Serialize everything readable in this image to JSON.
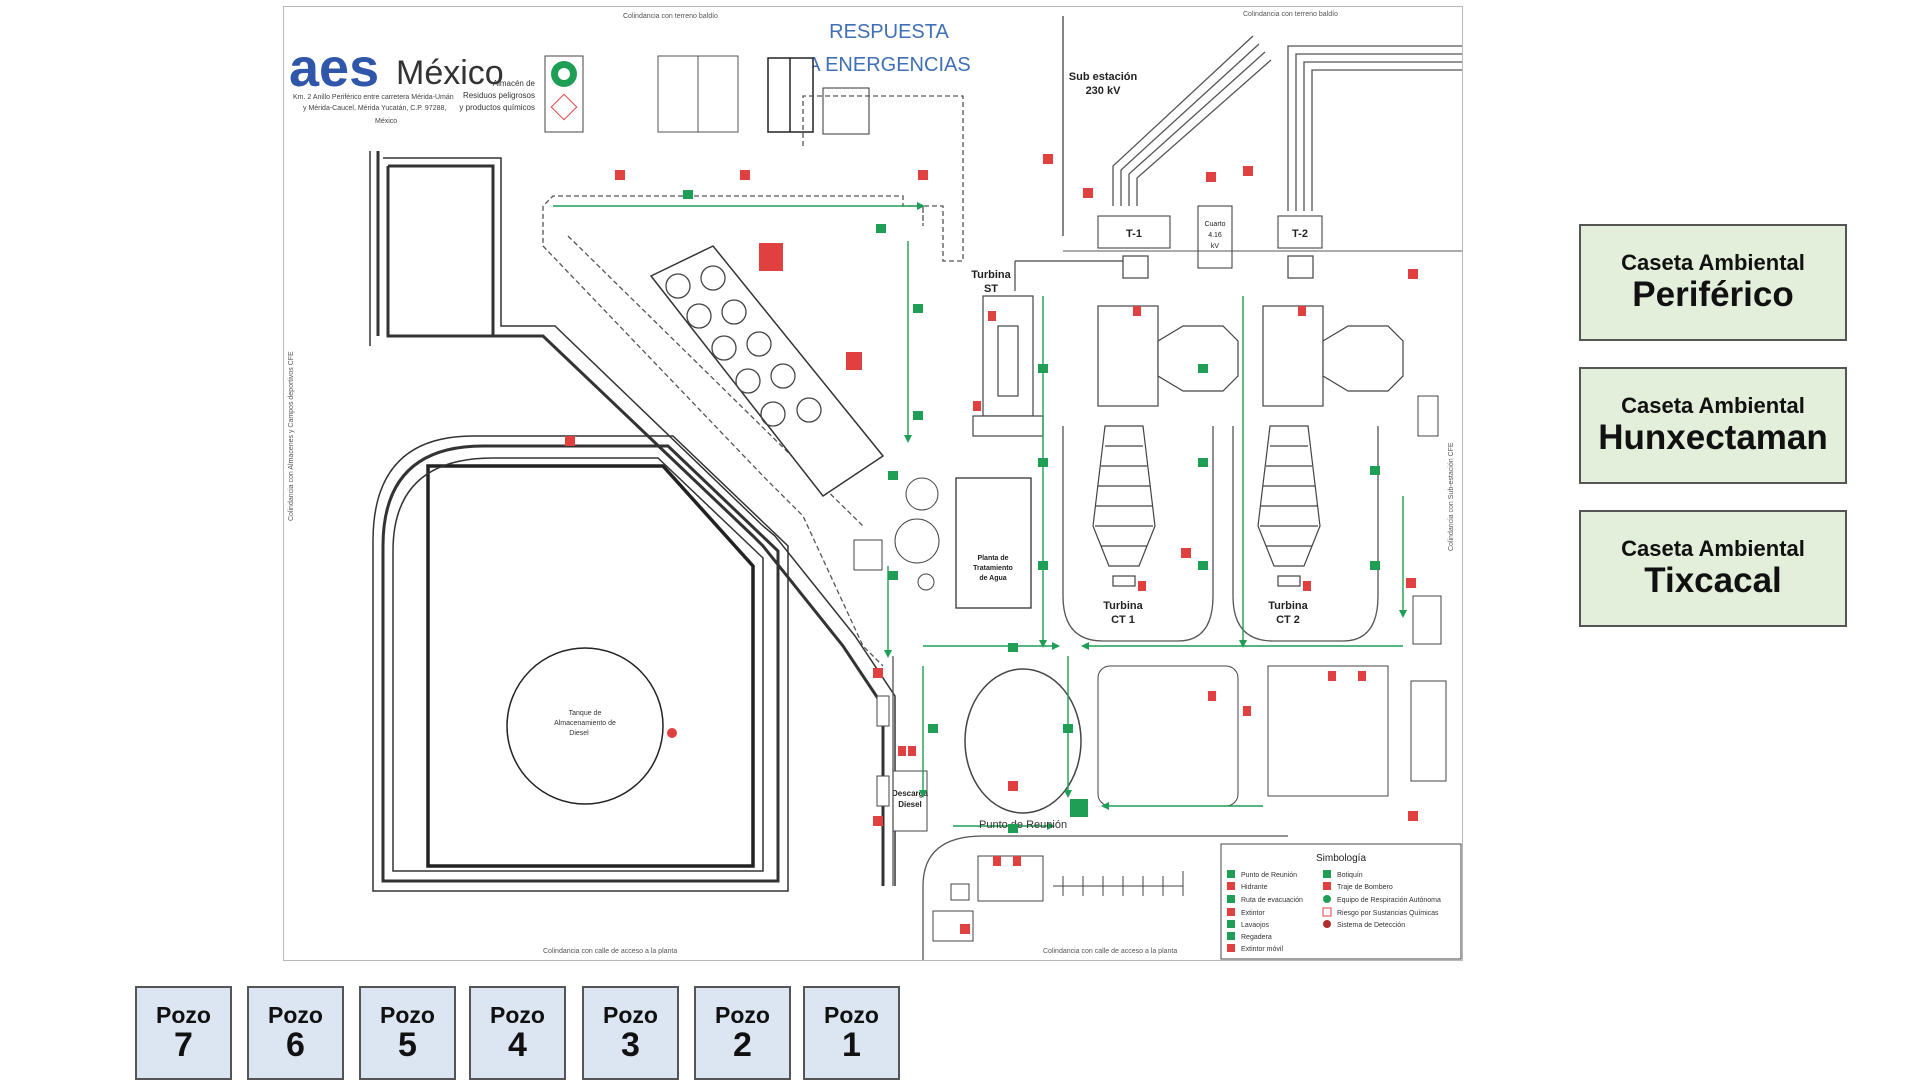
{
  "plan": {
    "title_line1": "RESPUESTA",
    "title_line2": "A ENERGENCIAS",
    "logo_brand": "aes",
    "logo_country": "México",
    "address_line1": "Km. 2 Anillo Periférico entre carretera Mérida-Umán",
    "address_line2": "y Mérida-Caucel, Mérida Yucatán, C.P. 97288,",
    "address_line3": "México",
    "border_top_left": "Colindancia con terreno baldío",
    "border_top_right": "Colindancia con terreno baldío",
    "border_bottom_left": "Colindancia con calle de acceso a la planta",
    "border_bottom_right": "Colindancia con calle de acceso a la planta",
    "border_left": "Colindancia con Almacenes y Campos deportivos CFE",
    "border_right": "Colindancia con Sub-estación CFE",
    "almacen": [
      "Almacén de",
      "Residuos peligrosos",
      "y productos químicos"
    ],
    "substation": [
      "Sub estación",
      "230 kV"
    ],
    "t1": "T-1",
    "t2": "T-2",
    "cuarto": [
      "Cuarto",
      "4.16",
      "kV"
    ],
    "turbina_st": [
      "Turbina",
      "ST"
    ],
    "turbina_ct1": [
      "Turbina",
      "CT 1"
    ],
    "turbina_ct2": [
      "Turbina",
      "CT 2"
    ],
    "planta_agua": [
      "Planta de",
      "Tratamiento",
      "de Agua"
    ],
    "tanque": [
      "Tanque de",
      "Almacenamiento de",
      "Diesel"
    ],
    "descarga": [
      "Descarga",
      "Diesel"
    ],
    "punto_reunion": "Punto de Reunión",
    "simbologia": {
      "title": "Simbología",
      "left": [
        "Punto de Reunión",
        "Hidrante",
        "Ruta de evacuación",
        "Extintor",
        "Lavaojos",
        "Regadera",
        "Extintor móvil"
      ],
      "right": [
        "Botiquín",
        "Traje de Bombero",
        "Equipo de Respiración Autónoma",
        "Riesgo por Sustancias Químicas",
        "Sistema de Detección"
      ]
    }
  },
  "casetas": [
    {
      "label": "Caseta Ambiental",
      "name": "Periférico"
    },
    {
      "label": "Caseta Ambiental",
      "name": "Hunxectaman"
    },
    {
      "label": "Caseta Ambiental",
      "name": "Tixcacal"
    }
  ],
  "pozos": [
    {
      "label": "Pozo",
      "number": "7"
    },
    {
      "label": "Pozo",
      "number": "6"
    },
    {
      "label": "Pozo",
      "number": "5"
    },
    {
      "label": "Pozo",
      "number": "4"
    },
    {
      "label": "Pozo",
      "number": "3"
    },
    {
      "label": "Pozo",
      "number": "2"
    },
    {
      "label": "Pozo",
      "number": "1"
    }
  ],
  "colors": {
    "safety_red": "#e04040",
    "safety_green": "#1f9e55",
    "title_blue": "#3f6fb5",
    "logo_blue": "#2f56a8",
    "caseta_bg": "#e3eedb",
    "pozo_bg": "#dce6f2"
  }
}
